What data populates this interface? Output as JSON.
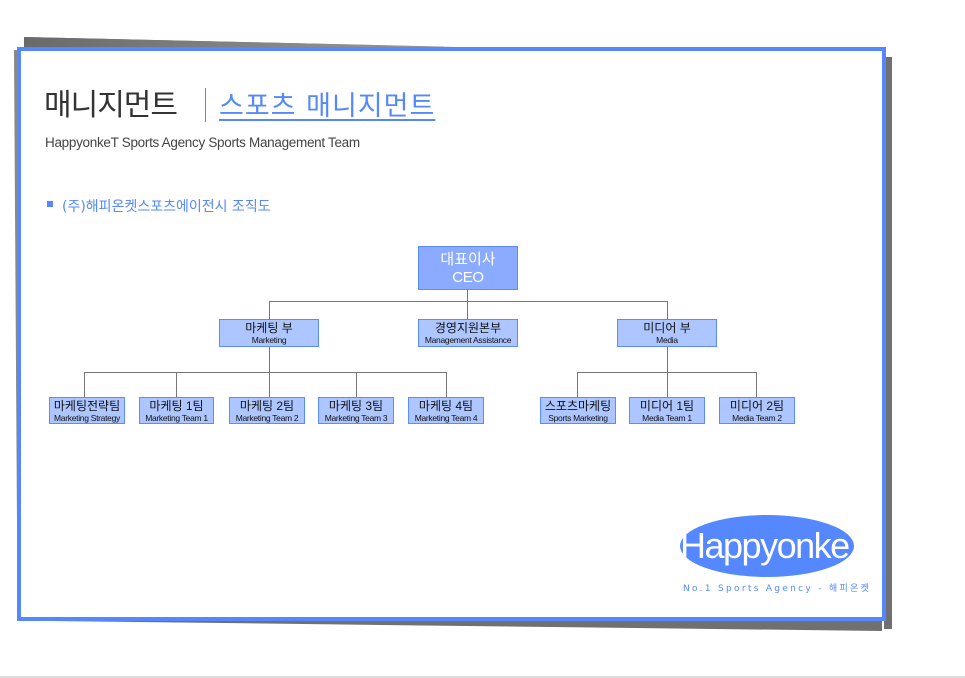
{
  "header": {
    "title": "매니지먼트",
    "subtitle": "스포츠 매니지먼트",
    "tagline": "HappyonkeT Sports Agency Sports Management Team"
  },
  "section": {
    "title": "(주)해피온켓스포츠에이전시 조직도"
  },
  "org": {
    "ceo": {
      "ko": "대표이사",
      "en": "CEO"
    },
    "departments": [
      {
        "ko": "마케팅 부",
        "en": "Marketing"
      },
      {
        "ko": "경영지원본부",
        "en": "Management Assistance"
      },
      {
        "ko": "미디어 부",
        "en": "Media"
      }
    ],
    "teams": [
      {
        "ko": "마케팅전략팀",
        "en": "Marketing Strategy"
      },
      {
        "ko": "마케팅 1팀",
        "en": "Marketing Team 1"
      },
      {
        "ko": "마케팅 2팀",
        "en": "Marketing Team 2"
      },
      {
        "ko": "마케팅 3팀",
        "en": "Marketing Team 3"
      },
      {
        "ko": "마케팅 4팀",
        "en": "Marketing Team 4"
      },
      {
        "ko": "스포츠마케팅",
        "en": "Sports Marketing"
      },
      {
        "ko": "미디어 1팀",
        "en": "Media Team 1"
      },
      {
        "ko": "미디어 2팀",
        "en": "Media Team 2"
      }
    ]
  },
  "logo": {
    "name": "HappyonkeT",
    "tagline": "No.1 Sports Agency - 해피온켓"
  },
  "colors": {
    "accent": "#5588ff",
    "box": "#adc6ff"
  }
}
